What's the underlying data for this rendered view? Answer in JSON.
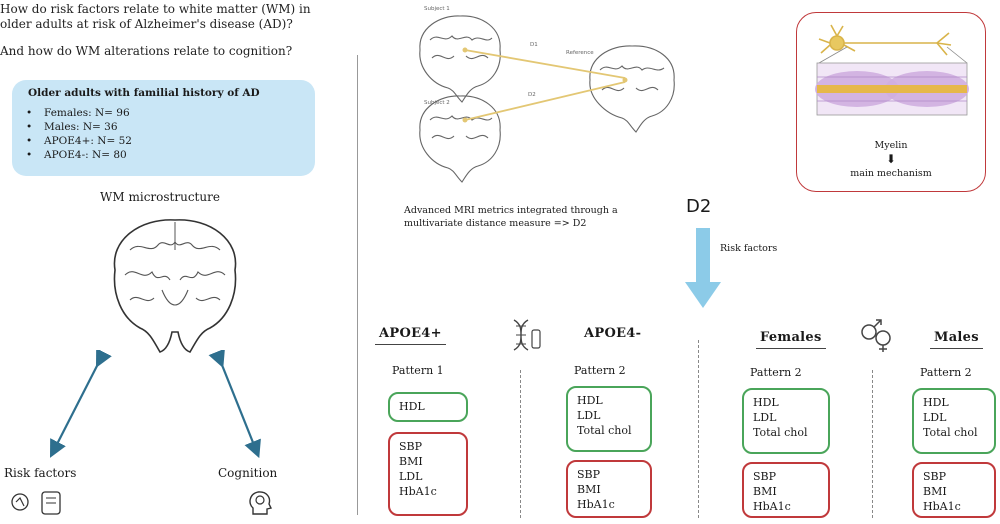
{
  "left": {
    "question1": "How do risk factors relate to white matter (WM) in older adults at risk of Alzheimer's disease (AD)?",
    "question2": "And how do WM alterations relate to cognition?",
    "cohort": {
      "title": "Older adults with familial history of AD",
      "items": [
        "Females: N= 96",
        "Males: N= 36",
        "APOE4+: N= 52",
        "APOE4-: N= 80"
      ]
    },
    "wm_title": "WM microstructure",
    "risk_label": "Risk factors",
    "cognition_label": "Cognition"
  },
  "middle": {
    "subject1": "Subject 1",
    "subject2": "Subject 2",
    "reference": "Reference",
    "d1": "D1",
    "d2": "D2",
    "mri_caption": "Advanced MRI metrics integrated through a multivariate distance measure => D2",
    "d2_big": "D2",
    "risk_factors": "Risk factors"
  },
  "myelin": {
    "label": "Myelin",
    "mechanism": "main mechanism"
  },
  "groups": [
    {
      "name": "APOE4+",
      "pattern": "Pattern 1",
      "green": [
        "HDL"
      ],
      "red": [
        "SBP",
        "BMI",
        "LDL",
        "HbA1c"
      ]
    },
    {
      "name": "APOE4-",
      "pattern": "Pattern 2",
      "green": [
        "HDL",
        "LDL",
        "Total chol"
      ],
      "red": [
        "SBP",
        "BMI",
        "HbA1c"
      ]
    },
    {
      "name": "Females",
      "pattern": "Pattern 2",
      "green": [
        "HDL",
        "LDL",
        "Total chol"
      ],
      "red": [
        "SBP",
        "BMI",
        "HbA1c"
      ]
    },
    {
      "name": "Males",
      "pattern": "Pattern 2",
      "green": [
        "HDL",
        "LDL",
        "Total chol"
      ],
      "red": [
        "SBP",
        "BMI",
        "HbA1c"
      ]
    }
  ],
  "colors": {
    "blue_box": "#c9e6f6",
    "green": "#4aa55a",
    "red": "#c0393b",
    "arrow_teal": "#2e6f8e",
    "arrow_blue": "#8ccbe8"
  }
}
